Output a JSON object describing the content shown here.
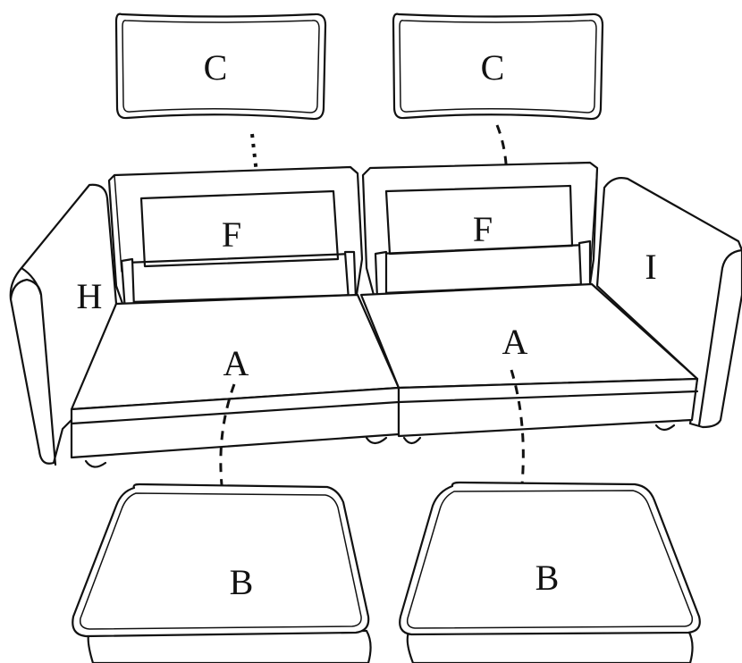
{
  "labels": {
    "cushion_top_left": "C",
    "cushion_top_right": "C",
    "backrest_left": "F",
    "backrest_right": "F",
    "arm_left": "H",
    "arm_right": "I",
    "seat_left": "A",
    "seat_right": "A",
    "ottoman_left": "B",
    "ottoman_right": "B"
  }
}
